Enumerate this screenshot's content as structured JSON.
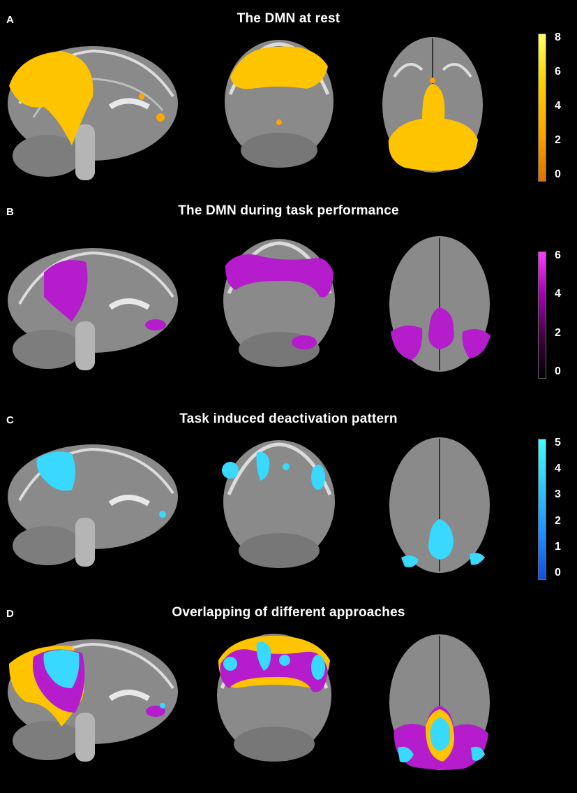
{
  "panels": [
    {
      "letter": "A",
      "title": "The DMN at rest",
      "colorbar": {
        "ticks": [
          "8",
          "6",
          "4",
          "2",
          "0"
        ],
        "gradient": [
          "#ffff60",
          "#ffd000",
          "#ffa500",
          "#e07000"
        ]
      },
      "overlay_colors": [
        "#ffc400"
      ]
    },
    {
      "letter": "B",
      "title": "The DMN during task performance",
      "colorbar": {
        "ticks": [
          "6",
          "4",
          "2",
          "0"
        ],
        "gradient": [
          "#ff3cff",
          "#a000b0",
          "#400040",
          "#000000"
        ]
      },
      "overlay_colors": [
        "#b41ccc"
      ]
    },
    {
      "letter": "C",
      "title": "Task induced deactivation pattern",
      "colorbar": {
        "ticks": [
          "5",
          "4",
          "3",
          "2",
          "1",
          "0"
        ],
        "gradient": [
          "#40ffff",
          "#30c8ff",
          "#2090ff",
          "#1050e0"
        ]
      },
      "overlay_colors": [
        "#38d8ff"
      ]
    },
    {
      "letter": "D",
      "title": "Overlapping of different approaches",
      "colorbar": null,
      "overlay_colors": [
        "#ffc400",
        "#b41ccc",
        "#38d8ff"
      ]
    }
  ]
}
